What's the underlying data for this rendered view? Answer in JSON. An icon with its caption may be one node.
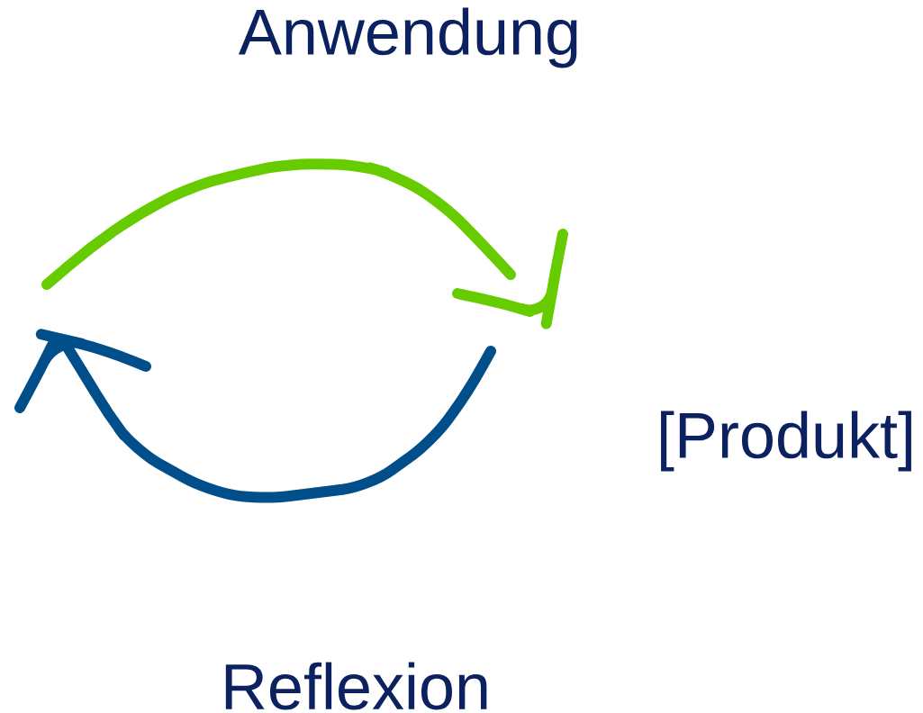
{
  "diagram": {
    "labels": [
      "Anwendung",
      "[Produkt]",
      "Reflexion"
    ]
  }
}
